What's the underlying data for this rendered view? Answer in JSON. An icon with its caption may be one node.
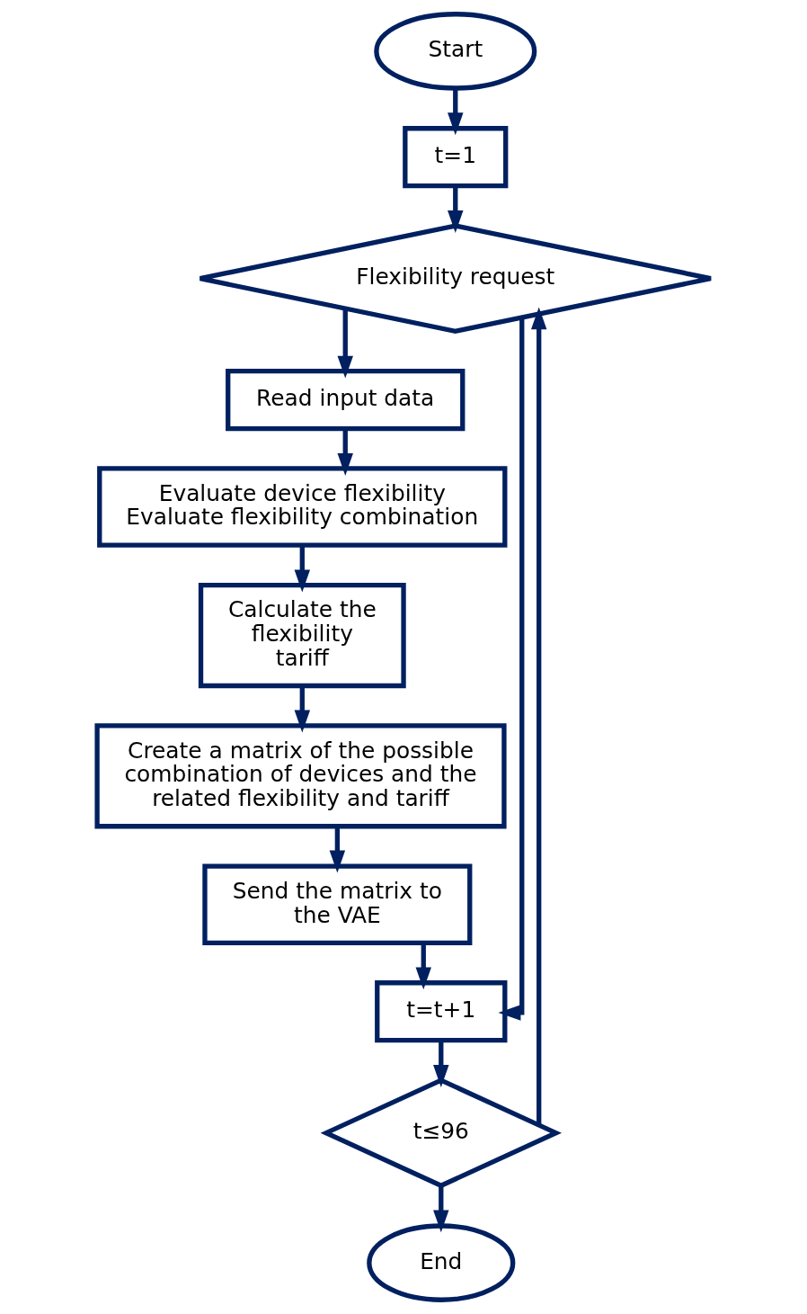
{
  "diagram": {
    "nodes": [
      {
        "text": [
          "Start"
        ]
      },
      {
        "text": [
          "t=1"
        ]
      },
      {
        "text": [
          "Flexibility request"
        ]
      },
      {
        "text": [
          "Read input data"
        ]
      },
      {
        "text": [
          "Evaluate device flexibility",
          "Evaluate flexibility combination"
        ]
      },
      {
        "text": [
          "Calculate the flexibility tariff"
        ]
      },
      {
        "text": [
          "Create a matrix of the possible combination of devices and the related flexibility and tariff"
        ]
      },
      {
        "text": [
          "Send the matrix to the VAE"
        ]
      },
      {
        "text": [
          "t=t+1"
        ]
      },
      {
        "text": [
          "t≤96"
        ]
      },
      {
        "text": [
          "End"
        ]
      }
    ],
    "edges": [
      {
        "from": 0,
        "to": 1,
        "arrow": "to"
      },
      {
        "from": 1,
        "to": 2,
        "arrow": "to"
      },
      {
        "from": 2,
        "to": 3,
        "arrow": "to"
      },
      {
        "from": 3,
        "to": 4,
        "arrow": "to"
      },
      {
        "from": 4,
        "to": 5,
        "arrow": "to"
      },
      {
        "from": 5,
        "to": 6,
        "arrow": "to"
      },
      {
        "from": 6,
        "to": 7,
        "arrow": "to"
      },
      {
        "from": 7,
        "to": 8,
        "arrow": "to"
      },
      {
        "from": 2,
        "to": 8,
        "arrow": "to"
      },
      {
        "from": 8,
        "to": 9,
        "arrow": "to"
      },
      {
        "from": 9,
        "to": 2,
        "arrow": "to"
      },
      {
        "from": 9,
        "to": 10,
        "arrow": "to"
      }
    ]
  }
}
